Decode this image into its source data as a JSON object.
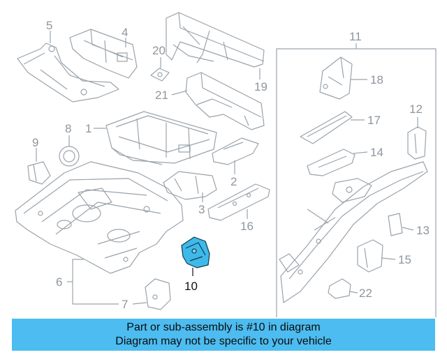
{
  "callouts": {
    "c1": "1",
    "c2": "2",
    "c3": "3",
    "c4": "4",
    "c5": "5",
    "c6": "6",
    "c7": "7",
    "c8": "8",
    "c9": "9",
    "c10": "10",
    "c11": "11",
    "c12": "12",
    "c13": "13",
    "c14": "14",
    "c15": "15",
    "c16": "16",
    "c17": "17",
    "c18": "18",
    "c19": "19",
    "c20": "20",
    "c21": "21",
    "c22": "22"
  },
  "banner": {
    "line1": "Part or sub-assembly is #10 in diagram",
    "line2": "Diagram may not be specific to your vehicle"
  },
  "colors": {
    "line": "#9aa3ab",
    "label": "#8e969e",
    "highlight": "#3eb9ea",
    "highlight_label": "#111111",
    "banner": "#4dbcf0"
  }
}
